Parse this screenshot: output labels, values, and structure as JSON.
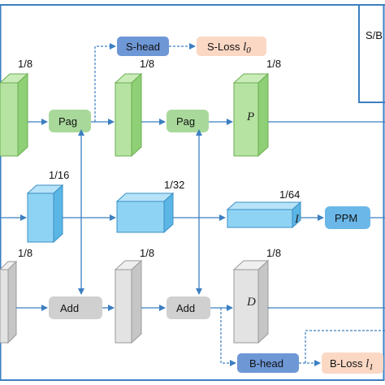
{
  "diagram": {
    "title_fragment": "S/B",
    "branch_top": {
      "scales": [
        "1/8",
        "1/8",
        "1/8"
      ],
      "symbol": "P",
      "pag_labels": [
        "Pag",
        "Pag"
      ]
    },
    "branch_mid": {
      "scales": [
        "1/16",
        "1/32",
        "1/64"
      ],
      "symbol": "I",
      "ppm_label": "PPM"
    },
    "branch_bot": {
      "scales": [
        "1/8",
        "1/8",
        "1/8"
      ],
      "symbol": "D",
      "add_labels": [
        "Add",
        "Add"
      ]
    },
    "heads": {
      "s_head": "S-head",
      "s_loss_text": "S-Loss ",
      "s_loss_symbol": "l",
      "s_loss_sub": "0",
      "b_head": "B-head",
      "b_loss_text": "B-Loss ",
      "b_loss_symbol": "l",
      "b_loss_sub": "1"
    },
    "colors": {
      "frame": "#3b7fc1",
      "arrow": "#3b7fc1",
      "green_face": "#b6e3a1",
      "green_side": "#8fcf75",
      "green_edge": "#6aae52",
      "blue_face": "#8fd3f4",
      "blue_side": "#5bb6e6",
      "blue_edge": "#3a8fc4",
      "gray_face": "#e3e3e3",
      "gray_side": "#c6c6c6",
      "gray_edge": "#9a9a9a",
      "pag_fill": "#a8d99a",
      "add_fill": "#d0d0d0",
      "shead_fill": "#6e97d6",
      "sloss_fill": "#fbd8c4",
      "ppm_fill": "#6ab7e8"
    }
  }
}
